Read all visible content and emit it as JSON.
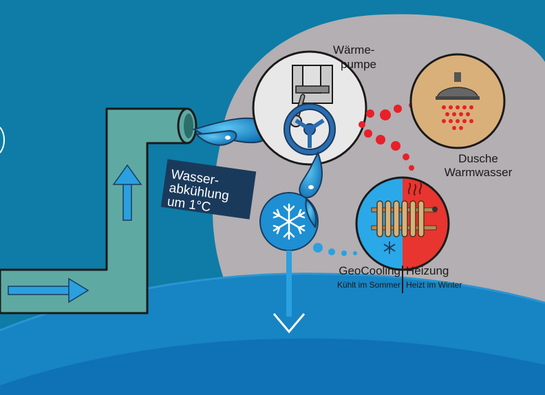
{
  "labels": {
    "heat_pump": [
      "Wärme-",
      "pumpe"
    ],
    "shower": [
      "Dusche",
      "Warmwasser"
    ],
    "water_cooling": [
      "Wasser-",
      "abkühlung",
      "um 1°C"
    ],
    "geocooling": "GeoCooling",
    "geocooling_sub": "Kühlt im Sommer",
    "heating": "Heizung",
    "heating_sub": "Heizt im Winter"
  },
  "colors": {
    "background": "#0f7fa8",
    "gray_bubble": "#b3afb2",
    "pipe": "#5fa9a3",
    "arrow_blue": "#2aa0e0",
    "drop_blue": "#1f8fd0",
    "snow_circle": "#1e8fd2",
    "dots_red": "#e8202a",
    "shower_bg": "#d9b07a",
    "cool_half": "#2aa8e8",
    "heat_half": "#e8352f",
    "label_box": "#1a3a5c"
  },
  "icons": [
    "piston-icon",
    "valve-wheel-icon",
    "shower-head-icon",
    "radiator-icon",
    "snowflake-icon",
    "heat-waves-icon",
    "arrow-up-icon",
    "arrow-right-icon",
    "arrow-down-icon"
  ]
}
